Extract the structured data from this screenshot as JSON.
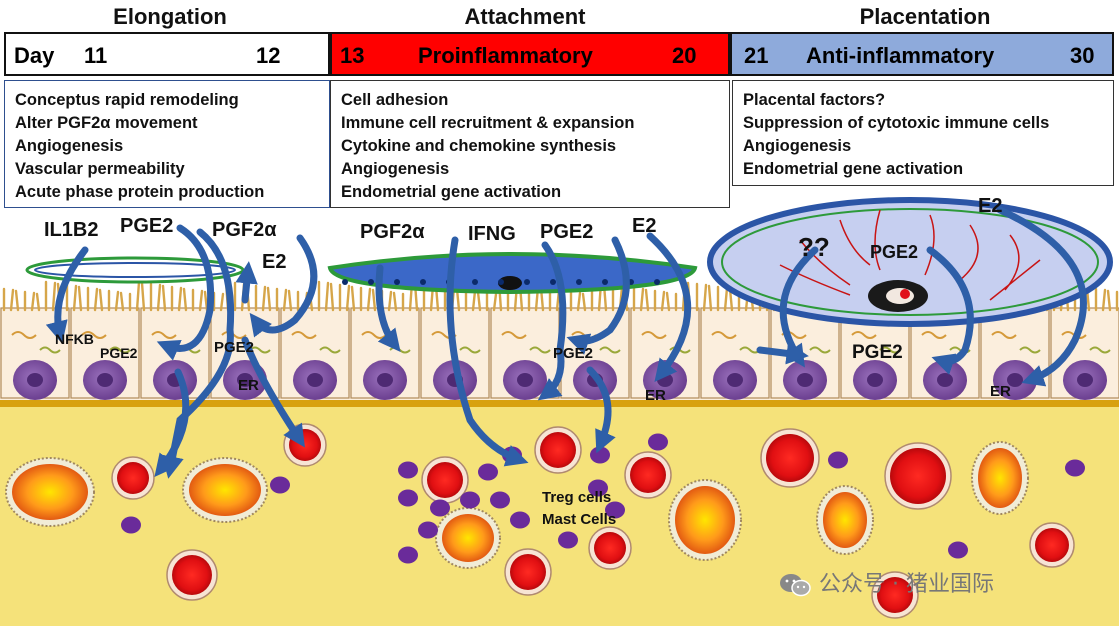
{
  "phases": [
    {
      "title": "Elongation",
      "timeline": {
        "prefix": "Day",
        "start": "11",
        "label": "",
        "end": "12",
        "color": "#ffffff"
      },
      "factors": [
        "Conceptus rapid remodeling",
        "Alter PGF2α movement",
        "Angiogenesis",
        "Vascular permeability",
        "Acute phase protein production"
      ]
    },
    {
      "title": "Attachment",
      "timeline": {
        "prefix": "",
        "start": "13",
        "label": "Proinflammatory",
        "end": "20",
        "color": "#ff0000"
      },
      "factors": [
        "Cell adhesion",
        "Immune cell recruitment & expansion",
        "Cytokine and chemokine synthesis",
        "Angiogenesis",
        "Endometrial gene activation"
      ]
    },
    {
      "title": "Placentation",
      "timeline": {
        "prefix": "",
        "start": "21",
        "label": "Anti-inflammatory",
        "end": "30",
        "color": "#8eaadb"
      },
      "factors": [
        "Placental factors?",
        "Suppression of cytotoxic immune cells",
        "Angiogenesis",
        "Endometrial gene activation"
      ]
    }
  ],
  "scene_labels": {
    "il1b2": "IL1B2",
    "pge2_a": "PGE2",
    "pgf2a_a": "PGF2α",
    "e2_a": "E2",
    "nfkb": "NFKB",
    "pge2_b": "PGE2",
    "pge2_c": "PGE2",
    "er_a": "ER",
    "pgf2a_b": "PGF2α",
    "ifng": "IFNG",
    "pge2_d": "PGE2",
    "e2_b": "E2",
    "pge2_e": "PGE2",
    "er_b": "ER",
    "treg": "Treg cells",
    "mast": "Mast Cells",
    "unknown": "??",
    "pge2_f": "PGE2",
    "pge2_g": "PGE2",
    "e2_c": "E2",
    "er_c": "ER"
  },
  "watermark": "公众号 · 猪业国际",
  "colors": {
    "proinflammatory": "#ff0000",
    "anti_inflammatory": "#8eaadb",
    "arrow": "#2e5fa8",
    "stroma": "#f5e27a",
    "epithelium": "#fbeedd",
    "nucleus": "#7b4f9e",
    "vessel": "#e8141a"
  }
}
